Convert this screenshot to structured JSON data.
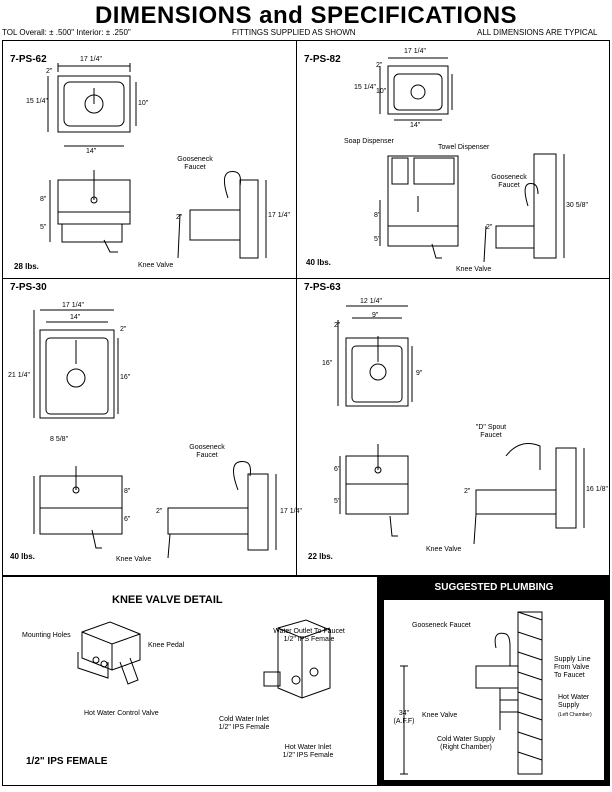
{
  "header": {
    "title": "DIMENSIONS and SPECIFICATIONS",
    "tolerance": "TOL Overall: ± .500\" Interior: ± .250\"",
    "fittings": "FITTINGS SUPPLIED AS SHOWN",
    "typical": "ALL DIMENSIONS ARE TYPICAL"
  },
  "ps62": {
    "model": "7-PS-62",
    "weight": "28 lbs.",
    "width_top": "17 1/4\"",
    "depth": "15 1/4\"",
    "inner_h": "10\"",
    "inner_w": "14\"",
    "back": "2\"",
    "height_upper": "8\"",
    "height_lower": "5\"",
    "side_h": "17 1/4\"",
    "side_back": "2\"",
    "faucet": "Gooseneck\nFaucet",
    "knee": "Knee Valve"
  },
  "ps82": {
    "model": "7-PS-82",
    "weight": "40 lbs.",
    "width_top": "17 1/4\"",
    "depth": "15 1/4\"",
    "inner_h": "10\"",
    "inner_w": "14\"",
    "back": "2\"",
    "soap": "Soap Dispenser",
    "towel": "Towel Dispenser",
    "height_upper": "8\"",
    "height_lower": "5\"",
    "side_h": "30 5/8\"",
    "side_back": "2\"",
    "faucet": "Gooseneck\nFaucet",
    "knee": "Knee Valve"
  },
  "ps30": {
    "model": "7-PS-30",
    "weight": "40 lbs.",
    "width_top": "17 1/4\"",
    "inner_w": "14\"",
    "back": "2\"",
    "depth": "21 1/4\"",
    "inner_h": "16\"",
    "faucet_offset": "8 5/8\"",
    "height_upper": "8\"",
    "height_lower": "6\"",
    "side_h": "17 1/4\"",
    "side_back": "2\"",
    "faucet": "Gooseneck\nFaucet",
    "knee": "Knee Valve"
  },
  "ps63": {
    "model": "7-PS-63",
    "weight": "22 lbs.",
    "width_top": "12 1/4\"",
    "inner_w": "9\"",
    "back": "2\"",
    "depth": "16\"",
    "inner_h": "9\"",
    "height_upper": "6\"",
    "height_lower": "5\"",
    "side_h": "16 1/8\"",
    "side_back": "2\"",
    "faucet": "\"D\" Spout\nFaucet",
    "knee": "Knee Valve"
  },
  "knee_detail": {
    "title": "KNEE VALVE DETAIL",
    "mounting": "Mounting Holes",
    "pedal": "Knee Pedal",
    "hot_control": "Hot Water Control Valve",
    "outlet": "Water Outlet To Faucet\n1/2\" IPS Female",
    "cold_inlet": "Cold Water Inlet\n1/2\" IPS Female",
    "hot_inlet": "Hot Water Inlet\n1/2\" IPS Female",
    "ips": "1/2\" IPS FEMALE"
  },
  "plumbing": {
    "title": "SUGGESTED PLUMBING",
    "faucet": "Gooseneck Faucet",
    "supply_line": "Supply Line\nFrom Valve\nTo Faucet",
    "hot_supply": "Hot Water\nSupply",
    "hot_supply_note": "(Left Chamber)",
    "knee": "Knee Valve",
    "cold_supply": "Cold Water Supply\n(Right Chamber)",
    "height": "34\"\n(A.F.F)"
  }
}
